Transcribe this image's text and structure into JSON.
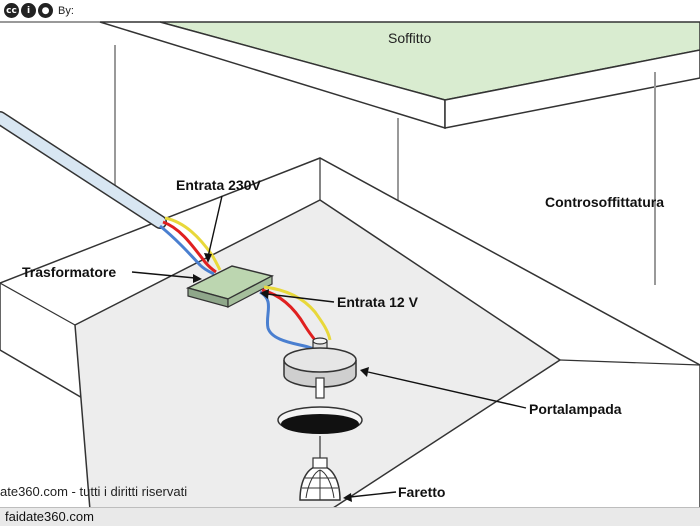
{
  "license_badge": {
    "icons": [
      "creative-commons-icon",
      "info-icon",
      "attribution-icon"
    ],
    "by_label": "By:"
  },
  "labels": {
    "ceiling": "Soffitto",
    "false_ceiling": "Controsoffittatura",
    "input_230v": "Entrata 230V",
    "transformer": "Trasformatore",
    "input_12v": "Entrata 12 V",
    "lamp_holder": "Portalampada",
    "spotlight": "Faretto"
  },
  "credit_text": "ate360.com - tutti i diritti riservati",
  "footer": {
    "site": "faidate360.com"
  },
  "colors": {
    "ceiling_fill": "#d9ecd0",
    "panel_fill": "#ededed",
    "transformer_fill": "#bcd6b0",
    "wire_red": "#e02020",
    "wire_blue": "#4a7fd0",
    "wire_yellow": "#e8d83a",
    "cable_fill": "#d8e6f2"
  }
}
